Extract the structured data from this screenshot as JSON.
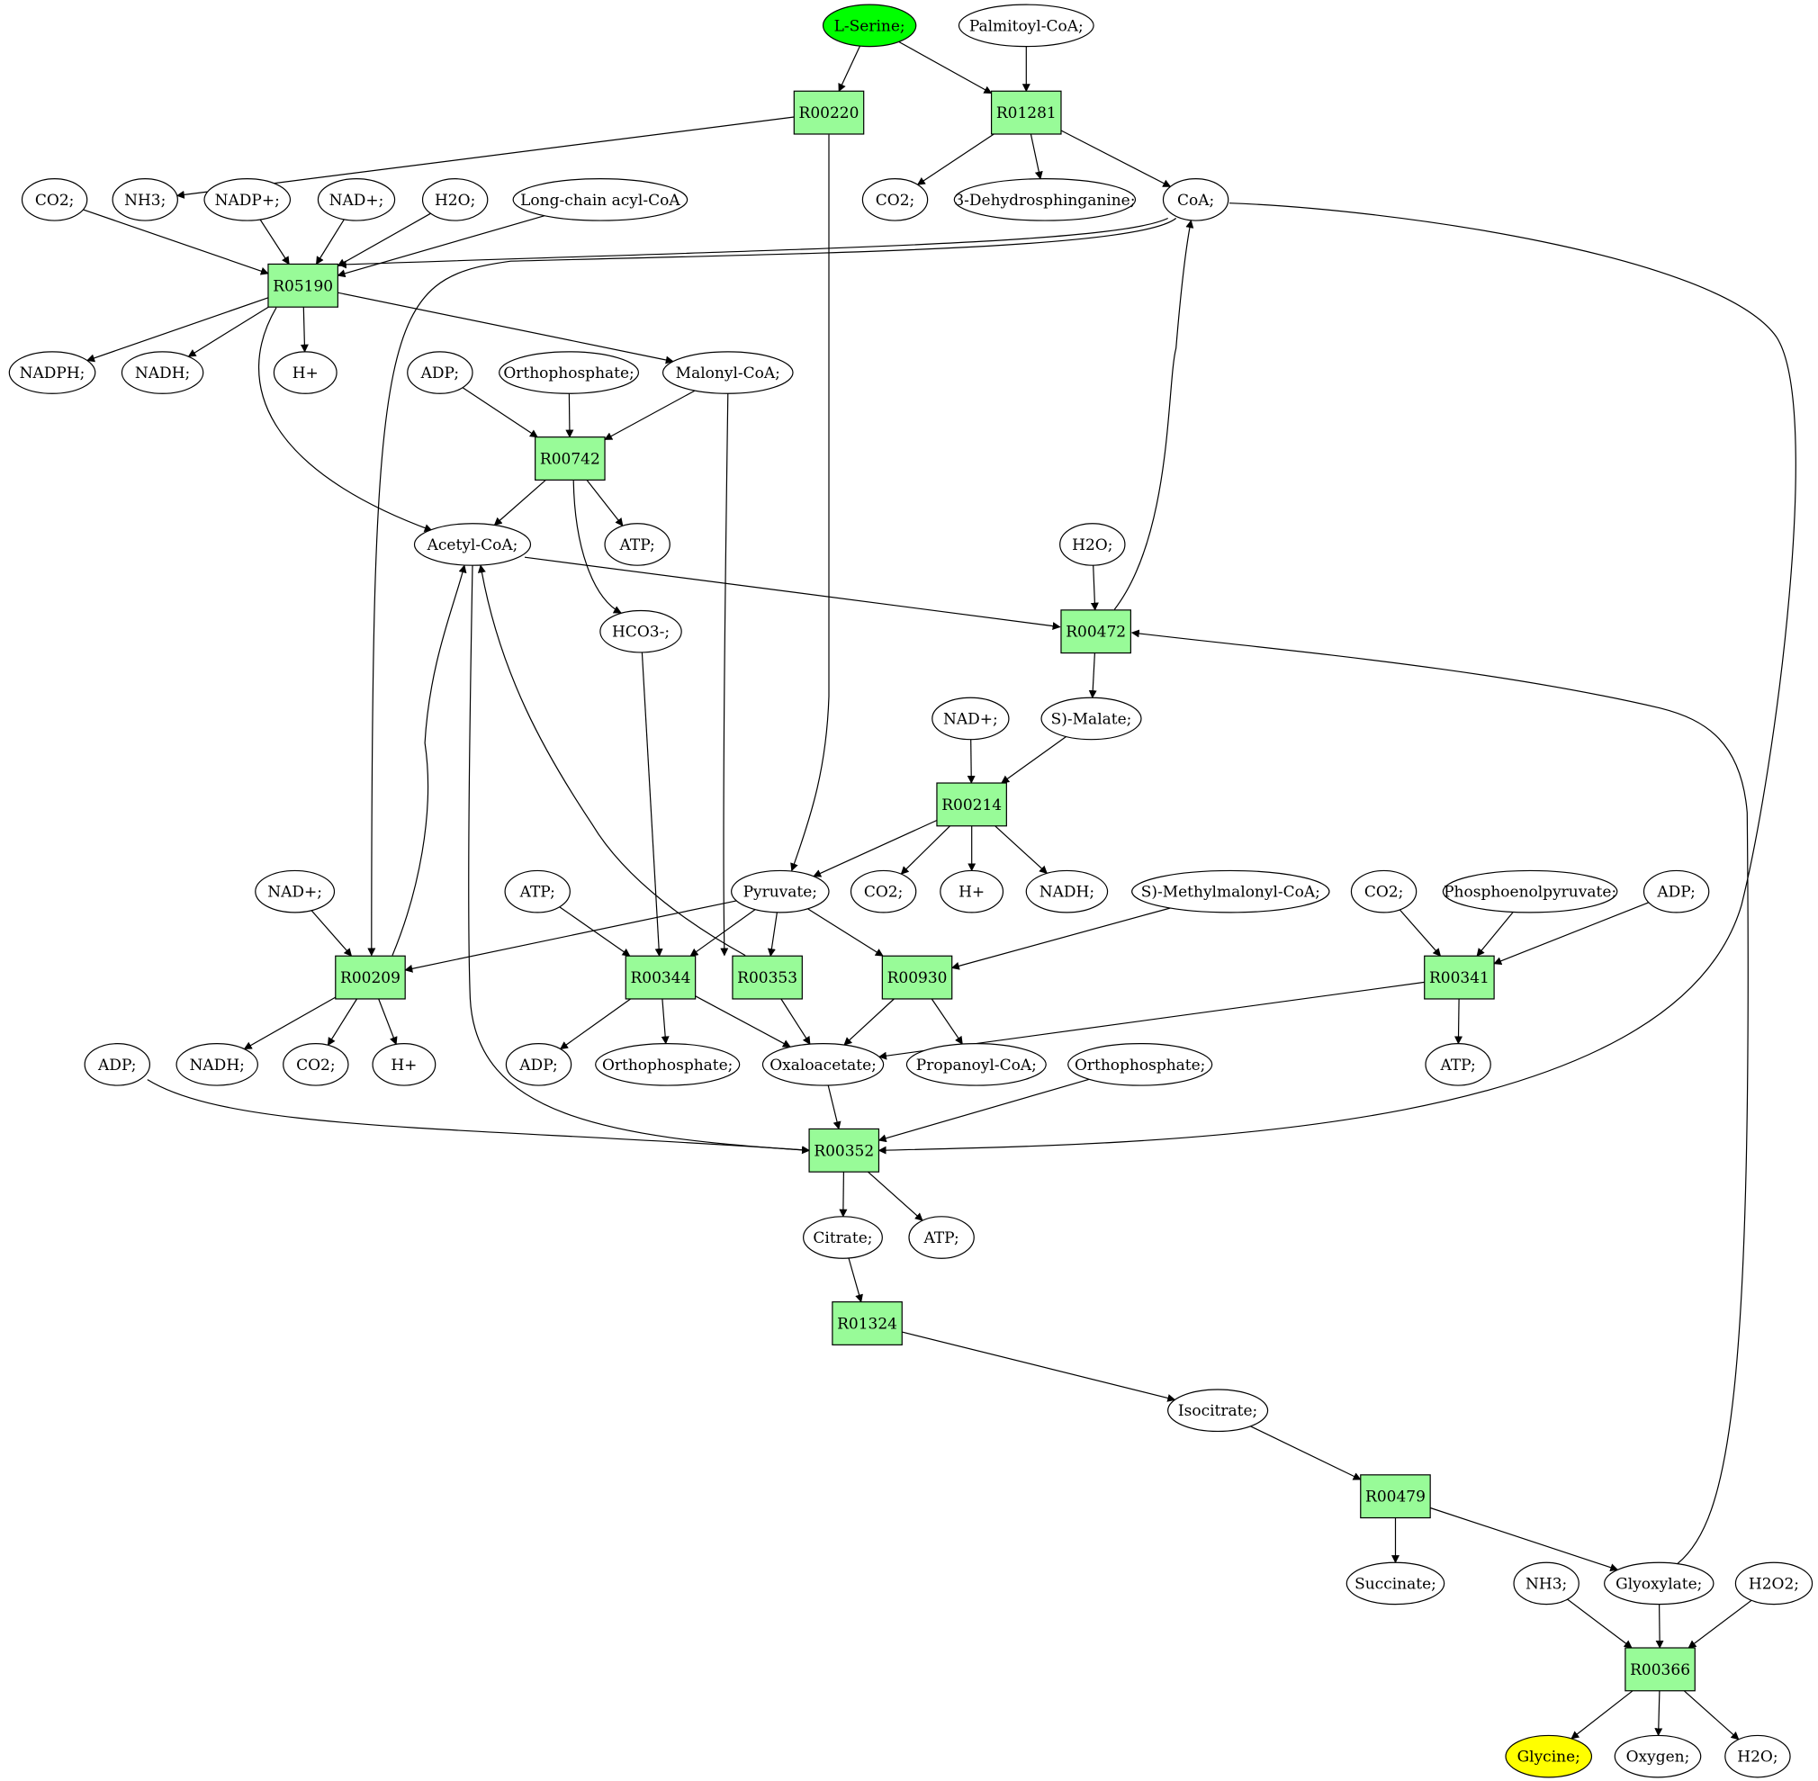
{
  "colors": {
    "reaction_fill": "#98fb98",
    "source_fill": "#00ff00",
    "target_fill": "#ffff00",
    "metabolite_fill": "#ffffff",
    "edge": "#000000"
  },
  "reactions": [
    {
      "id": "R00220",
      "label": "R00220"
    },
    {
      "id": "R01281",
      "label": "R01281"
    },
    {
      "id": "R05190",
      "label": "R05190"
    },
    {
      "id": "R00742",
      "label": "R00742"
    },
    {
      "id": "R00472",
      "label": "R00472"
    },
    {
      "id": "R00214",
      "label": "R00214"
    },
    {
      "id": "R00209",
      "label": "R00209"
    },
    {
      "id": "R00344",
      "label": "R00344"
    },
    {
      "id": "R00353",
      "label": "R00353"
    },
    {
      "id": "R00930",
      "label": "R00930"
    },
    {
      "id": "R00341",
      "label": "R00341"
    },
    {
      "id": "R00352",
      "label": "R00352"
    },
    {
      "id": "R01324",
      "label": "R01324"
    },
    {
      "id": "R00479",
      "label": "R00479"
    },
    {
      "id": "R00366",
      "label": "R00366"
    }
  ],
  "metabolites": [
    {
      "id": "serine",
      "label": "L-Serine;",
      "role": "source"
    },
    {
      "id": "palmitoylcoa",
      "label": "Palmitoyl-CoA;"
    },
    {
      "id": "co2_a",
      "label": "CO2;"
    },
    {
      "id": "nh3_a",
      "label": "NH3;"
    },
    {
      "id": "nadp_a",
      "label": "NADP+;"
    },
    {
      "id": "nad_a",
      "label": "NAD+;"
    },
    {
      "id": "h2o_a",
      "label": "H2O;"
    },
    {
      "id": "lcacylcoa",
      "label": "Long-chain acyl-CoA"
    },
    {
      "id": "co2_b",
      "label": "CO2;"
    },
    {
      "id": "dehydrosph",
      "label": "3-Dehydrosphinganine;"
    },
    {
      "id": "coa",
      "label": "CoA;"
    },
    {
      "id": "nadph",
      "label": "NADPH;"
    },
    {
      "id": "nadh_a",
      "label": "NADH;"
    },
    {
      "id": "hplus_a",
      "label": "H+"
    },
    {
      "id": "adp_a",
      "label": "ADP;"
    },
    {
      "id": "pi_a",
      "label": "Orthophosphate;"
    },
    {
      "id": "malonylcoa",
      "label": "Malonyl-CoA;"
    },
    {
      "id": "acetylcoa",
      "label": "Acetyl-CoA;"
    },
    {
      "id": "atp_a",
      "label": "ATP;"
    },
    {
      "id": "h2o_b",
      "label": "H2O;"
    },
    {
      "id": "hco3",
      "label": "HCO3-;"
    },
    {
      "id": "smalate",
      "label": "S)-Malate;"
    },
    {
      "id": "nad_b",
      "label": "NAD+;"
    },
    {
      "id": "nad_c",
      "label": "NAD+;"
    },
    {
      "id": "atp_b",
      "label": "ATP;"
    },
    {
      "id": "pyruvate",
      "label": "Pyruvate;"
    },
    {
      "id": "co2_c",
      "label": "CO2;"
    },
    {
      "id": "hplus_b",
      "label": "H+"
    },
    {
      "id": "nadh_b",
      "label": "NADH;"
    },
    {
      "id": "smethylmalonyl",
      "label": "S)-Methylmalonyl-CoA;"
    },
    {
      "id": "co2_d",
      "label": "CO2;"
    },
    {
      "id": "pep",
      "label": "Phosphoenolpyruvate;"
    },
    {
      "id": "adp_b",
      "label": "ADP;"
    },
    {
      "id": "adp_c",
      "label": "ADP;"
    },
    {
      "id": "nadh_c",
      "label": "NADH;"
    },
    {
      "id": "co2_e",
      "label": "CO2;"
    },
    {
      "id": "hplus_c",
      "label": "H+"
    },
    {
      "id": "adp_d",
      "label": "ADP;"
    },
    {
      "id": "pi_b",
      "label": "Orthophosphate;"
    },
    {
      "id": "oaa",
      "label": "Oxaloacetate;"
    },
    {
      "id": "propanoylcoa",
      "label": "Propanoyl-CoA;"
    },
    {
      "id": "pi_c",
      "label": "Orthophosphate;"
    },
    {
      "id": "atp_c",
      "label": "ATP;"
    },
    {
      "id": "citrate",
      "label": "Citrate;"
    },
    {
      "id": "atp_d",
      "label": "ATP;"
    },
    {
      "id": "isocitrate",
      "label": "Isocitrate;"
    },
    {
      "id": "succinate",
      "label": "Succinate;"
    },
    {
      "id": "nh3_b",
      "label": "NH3;"
    },
    {
      "id": "glyoxylate",
      "label": "Glyoxylate;"
    },
    {
      "id": "h2o2",
      "label": "H2O2;"
    },
    {
      "id": "glycine",
      "label": "Glycine;",
      "role": "target"
    },
    {
      "id": "oxygen",
      "label": "Oxygen;"
    },
    {
      "id": "h2o_c",
      "label": "H2O;"
    }
  ],
  "edges": [
    [
      "serine",
      "R00220"
    ],
    [
      "serine",
      "R01281"
    ],
    [
      "palmitoylcoa",
      "R01281"
    ],
    [
      "R00220",
      "nh3_a"
    ],
    [
      "R00220",
      "pyruvate"
    ],
    [
      "R01281",
      "co2_b"
    ],
    [
      "R01281",
      "dehydrosph"
    ],
    [
      "R01281",
      "coa"
    ],
    [
      "co2_a",
      "R05190"
    ],
    [
      "nadp_a",
      "R05190"
    ],
    [
      "nad_a",
      "R05190"
    ],
    [
      "h2o_a",
      "R05190"
    ],
    [
      "lcacylcoa",
      "R05190"
    ],
    [
      "coa",
      "R05190"
    ],
    [
      "R05190",
      "nadph"
    ],
    [
      "R05190",
      "nadh_a"
    ],
    [
      "R05190",
      "hplus_a"
    ],
    [
      "R05190",
      "malonylcoa"
    ],
    [
      "R05190",
      "acetylcoa"
    ],
    [
      "coa",
      "R00209"
    ],
    [
      "adp_a",
      "R00742"
    ],
    [
      "pi_a",
      "R00742"
    ],
    [
      "malonylcoa",
      "R00742"
    ],
    [
      "R00742",
      "acetylcoa"
    ],
    [
      "R00742",
      "atp_a"
    ],
    [
      "R00742",
      "hco3"
    ],
    [
      "malonylcoa",
      "R00353"
    ],
    [
      "acetylcoa",
      "R00472"
    ],
    [
      "h2o_b",
      "R00472"
    ],
    [
      "R00472",
      "coa"
    ],
    [
      "R00472",
      "smalate"
    ],
    [
      "smalate",
      "R00214"
    ],
    [
      "nad_b",
      "R00214"
    ],
    [
      "R00214",
      "pyruvate"
    ],
    [
      "R00214",
      "co2_c"
    ],
    [
      "R00214",
      "hplus_b"
    ],
    [
      "R00214",
      "nadh_b"
    ],
    [
      "nad_c",
      "R00209"
    ],
    [
      "pyruvate",
      "R00209"
    ],
    [
      "R00209",
      "acetylcoa"
    ],
    [
      "R00209",
      "nadh_c"
    ],
    [
      "R00209",
      "co2_e"
    ],
    [
      "R00209",
      "hplus_c"
    ],
    [
      "atp_b",
      "R00344"
    ],
    [
      "pyruvate",
      "R00344"
    ],
    [
      "hco3",
      "R00344"
    ],
    [
      "R00344",
      "adp_d"
    ],
    [
      "R00344",
      "pi_b"
    ],
    [
      "R00344",
      "oaa"
    ],
    [
      "pyruvate",
      "R00353"
    ],
    [
      "R00353",
      "acetylcoa"
    ],
    [
      "R00353",
      "oaa"
    ],
    [
      "pyruvate",
      "R00930"
    ],
    [
      "smethylmalonyl",
      "R00930"
    ],
    [
      "R00930",
      "oaa"
    ],
    [
      "R00930",
      "propanoylcoa"
    ],
    [
      "co2_d",
      "R00341"
    ],
    [
      "pep",
      "R00341"
    ],
    [
      "adp_b",
      "R00341"
    ],
    [
      "R00341",
      "oaa"
    ],
    [
      "R00341",
      "atp_c"
    ],
    [
      "oaa",
      "R00352"
    ],
    [
      "adp_c",
      "R00352"
    ],
    [
      "pi_c",
      "R00352"
    ],
    [
      "acetylcoa",
      "R00352"
    ],
    [
      "coa",
      "R00352"
    ],
    [
      "R00352",
      "citrate"
    ],
    [
      "R00352",
      "atp_d"
    ],
    [
      "citrate",
      "R01324"
    ],
    [
      "R01324",
      "isocitrate"
    ],
    [
      "isocitrate",
      "R00479"
    ],
    [
      "R00479",
      "succinate"
    ],
    [
      "R00479",
      "glyoxylate"
    ],
    [
      "glyoxylate",
      "R00472"
    ],
    [
      "nh3_b",
      "R00366"
    ],
    [
      "glyoxylate",
      "R00366"
    ],
    [
      "h2o2",
      "R00366"
    ],
    [
      "R00366",
      "glycine"
    ],
    [
      "R00366",
      "oxygen"
    ],
    [
      "R00366",
      "h2o_c"
    ]
  ]
}
